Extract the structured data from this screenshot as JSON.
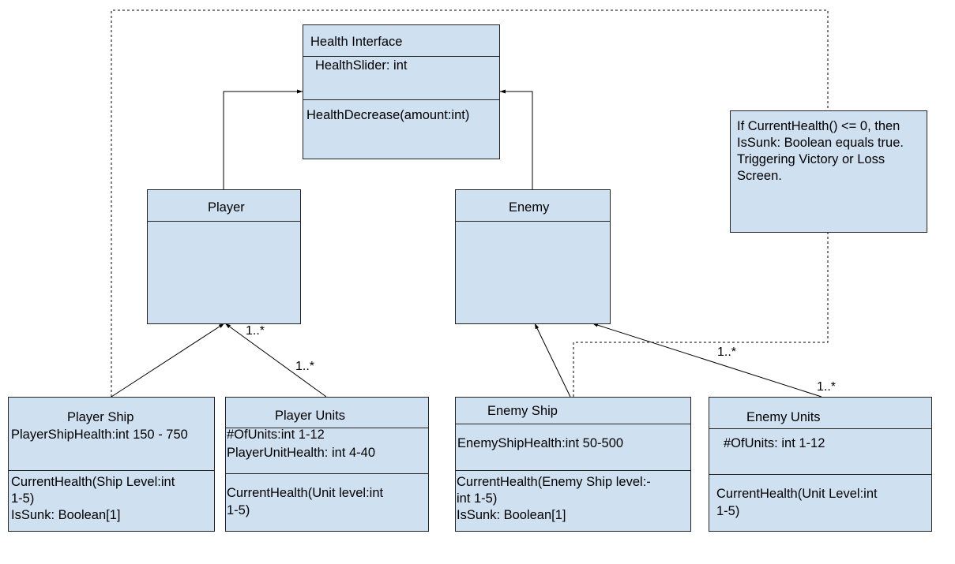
{
  "colors": {
    "box_fill": "#cfe0f1",
    "border": "#222222",
    "line": "#000000"
  },
  "health_interface": {
    "title": "Health Interface",
    "attribute": "HealthSlider: int",
    "method": "HealthDecrease(amount:int)"
  },
  "player": {
    "title": "Player"
  },
  "enemy": {
    "title": "Enemy"
  },
  "note": {
    "text": "If CurrentHealth() <= 0, then IsSunk: Boolean equals true. Triggering Victory or Loss Screen."
  },
  "player_ship": {
    "title": "Player Ship",
    "attribute": "PlayerShipHealth:int 150 - 750",
    "method_line1": "CurrentHealth(Ship Level:int",
    "method_line2": "1-5)",
    "method_line3": "IsSunk: Boolean[1]"
  },
  "player_units": {
    "title": "Player Units",
    "attr_line1": "#OfUnits:int 1-12",
    "attr_line2": "PlayerUnitHealth: int 4-40",
    "method_line1": "CurrentHealth(Unit level:int",
    "method_line2": "1-5)"
  },
  "enemy_ship": {
    "title": "Enemy Ship",
    "attribute": "EnemyShipHealth:int 50-500",
    "method_line1": "CurrentHealth(Enemy Ship level:-",
    "method_line2": "int 1-5)",
    "method_line3": "IsSunk: Boolean[1]"
  },
  "enemy_units": {
    "title": "Enemy Units",
    "attribute": "#OfUnits: int 1-12",
    "method_line1": "CurrentHealth(Unit Level:int",
    "method_line2": "1-5)"
  },
  "multiplicities": {
    "player_units_near_player": "1..*",
    "player_units_near_units": "1..*",
    "enemy_units_near_enemy": "1..*",
    "enemy_units_near_units": "1..*"
  }
}
